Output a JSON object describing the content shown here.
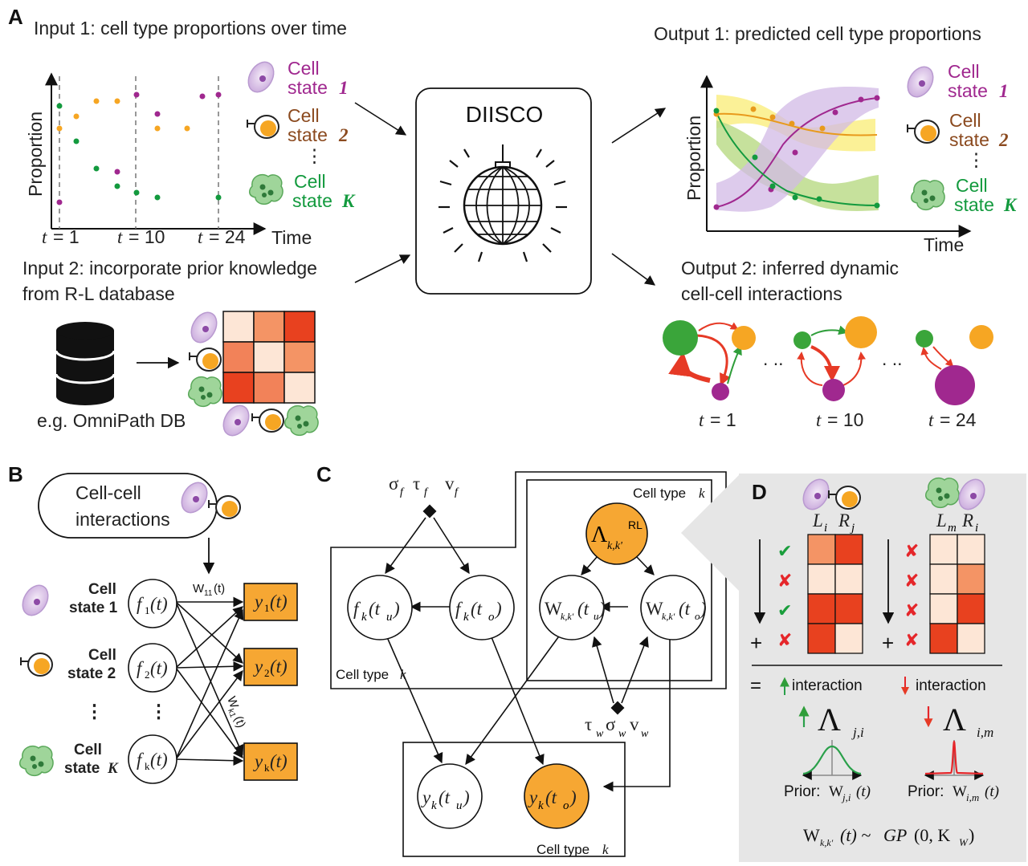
{
  "panels": {
    "a": "A",
    "b": "B",
    "c": "C",
    "d": "D"
  },
  "panel_a": {
    "input1_title": "Input 1: cell type proportions over time",
    "input2_line1": "Input 2: incorporate prior knowledge",
    "input2_line2": "from R-L database",
    "y_label": "Proportion",
    "x_label": "Time",
    "t_var": "t",
    "time_labels": [
      "= 1",
      "= 10",
      "= 24"
    ],
    "states": [
      {
        "word": "Cell",
        "state": "state",
        "index": "1",
        "color": "#a0288f"
      },
      {
        "word": "Cell",
        "state": "state",
        "index": "2",
        "color": "#8b4a1f"
      },
      {
        "word": "Cell",
        "state": "state",
        "index": "K",
        "color": "#139a3e"
      }
    ],
    "ellipsis": "⋮",
    "db_label": "e.g. OmniPath DB",
    "diisco_label": "DIISCO",
    "output1_title": "Output 1: predicted cell type proportions",
    "output2_line1": "Output 2: inferred dynamic",
    "output2_line2": "cell-cell interactions",
    "dots": ". ..",
    "heatmap_colors": [
      [
        "#fde6d6",
        "#f49465",
        "#e8411f"
      ],
      [
        "#f28259",
        "#fde6d6",
        "#f49465"
      ],
      [
        "#e8411f",
        "#f28259",
        "#fde6d6"
      ]
    ]
  },
  "panel_b": {
    "interactions_line1": "Cell-cell",
    "interactions_line2": "interactions",
    "states": [
      {
        "label1": "Cell",
        "label2": "state 1",
        "color": "#a0288f"
      },
      {
        "label1": "Cell",
        "label2": "state 2",
        "color": "#8b4a1f"
      },
      {
        "label1": "Cell",
        "label2": "state",
        "label_k": "K",
        "color": "#139a3e"
      }
    ],
    "f_nodes": [
      "f",
      "f",
      "f"
    ],
    "f_subs": [
      "1",
      "2",
      "k"
    ],
    "t_arg": "(t)",
    "y_nodes": [
      "y",
      "y",
      "y"
    ],
    "y_subs": [
      "1",
      "2",
      "k"
    ],
    "w11": "W",
    "w11_sub": "11",
    "w11_arg": "(t)",
    "wk1": "W",
    "wk1_sub": "k1",
    "wk1_arg": "(t)",
    "vdots": "⋮"
  },
  "panel_c": {
    "sigma_f": "σ",
    "tau_f": "τ",
    "nu_f": "v",
    "sub_f": "f",
    "sigma_w": "σ",
    "tau_w": "τ",
    "nu_w": "v",
    "sub_w": "w",
    "cell_type": "Cell type",
    "k": "k",
    "lambda": "Λ",
    "lambda_sub": "k,k'",
    "lambda_sup": "RL",
    "f_node": "f",
    "w_node": "W",
    "w_sub": "k,k'",
    "y_node": "y",
    "tu": "(t",
    "tu_sub": "u",
    "to_sub": "o",
    "close": ")"
  },
  "panel_d": {
    "L_i": "L",
    "L_i_sub": "i",
    "R_j": "R",
    "R_j_sub": "j",
    "L_m": "L",
    "L_m_sub": "m",
    "R_i": "R",
    "R_i_sub": "i",
    "left_marks": [
      "✔",
      "✘",
      "✔",
      "✘"
    ],
    "right_marks": [
      "✘",
      "✘",
      "✘",
      "✘"
    ],
    "plus": "+",
    "equals": "=",
    "up_interaction": "interaction",
    "down_interaction": "interaction",
    "lambda": "Λ",
    "lambda_left_sub": "j,i",
    "lambda_right_sub": "i,m",
    "prior": "Prior:",
    "prior_w": "W",
    "prior_left_sub": "j,i",
    "prior_right_sub": "i,m",
    "prior_arg": "(t)",
    "gp_w": "W",
    "gp_sub": "k,k'",
    "gp_rest": "(t) ~",
    "gp_func": "GP",
    "gp_args": "(0, K",
    "gp_K_sub": "W",
    "gp_close": ")",
    "left_matrix": [
      [
        "#f49465",
        "#e8411f"
      ],
      [
        "#fde6d6",
        "#fde6d6"
      ],
      [
        "#e8411f",
        "#e8411f"
      ],
      [
        "#e8411f",
        "#fde6d6"
      ]
    ],
    "right_matrix": [
      [
        "#fde6d6",
        "#fde6d6"
      ],
      [
        "#fde6d6",
        "#f49465"
      ],
      [
        "#fde6d6",
        "#e8411f"
      ],
      [
        "#e8411f",
        "#fde6d6"
      ]
    ],
    "check_color": "#1a9e3c",
    "cross_color": "#e5262a"
  },
  "colors": {
    "purple": "#a0288f",
    "orange": "#f6a623",
    "green": "#3aa53a",
    "red": "#e63a26",
    "node_orange": "#f6a733"
  }
}
